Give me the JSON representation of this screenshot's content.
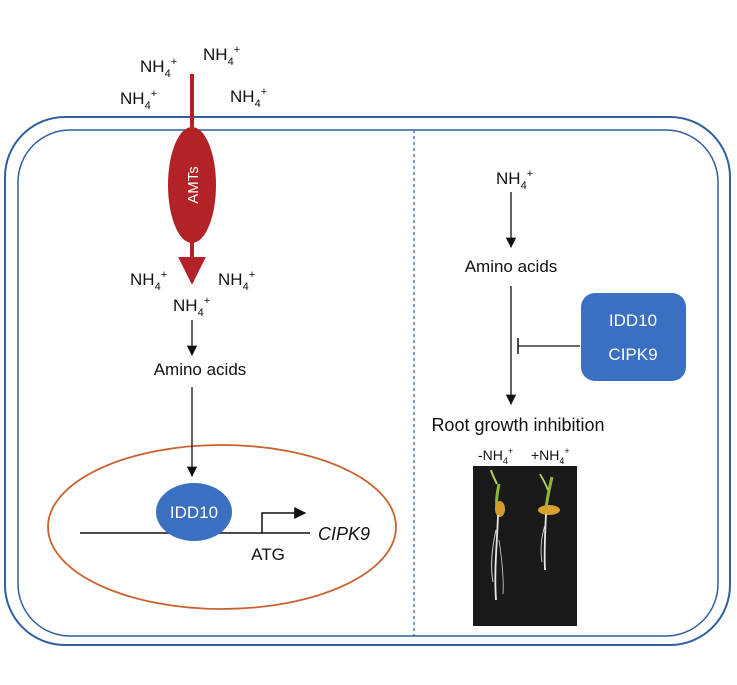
{
  "colors": {
    "membrane": "#2e5f9e",
    "transporter": "#b22226",
    "nucleus": "#c8612c",
    "protein": "#3a6fc1",
    "dark_text": "#111111",
    "photo_bg": "#1a1a1a"
  },
  "extracellular": {
    "ammonium": [
      "NH",
      "NH",
      "NH",
      "NH"
    ],
    "subscript": "4",
    "superscript": "+"
  },
  "transporter": {
    "label": "AMTs"
  },
  "left_panel": {
    "cytoplasm_ammonium": [
      "NH",
      "NH",
      "NH"
    ],
    "subscript": "4",
    "superscript": "+",
    "amino_acids": "Amino acids",
    "transcription_factor": "IDD10",
    "start_codon": "ATG",
    "gene": "CIPK9"
  },
  "right_panel": {
    "ammonium": "NH",
    "subscript": "4",
    "superscript": "+",
    "amino_acids": "Amino acids",
    "inhibitors": [
      "IDD10",
      "CIPK9"
    ],
    "outcome": "Root growth inhibition",
    "photo_labels": [
      {
        "prefix": "-NH",
        "sub": "4",
        "sup": "+"
      },
      {
        "prefix": "+NH",
        "sub": "4",
        "sup": "+"
      }
    ]
  }
}
